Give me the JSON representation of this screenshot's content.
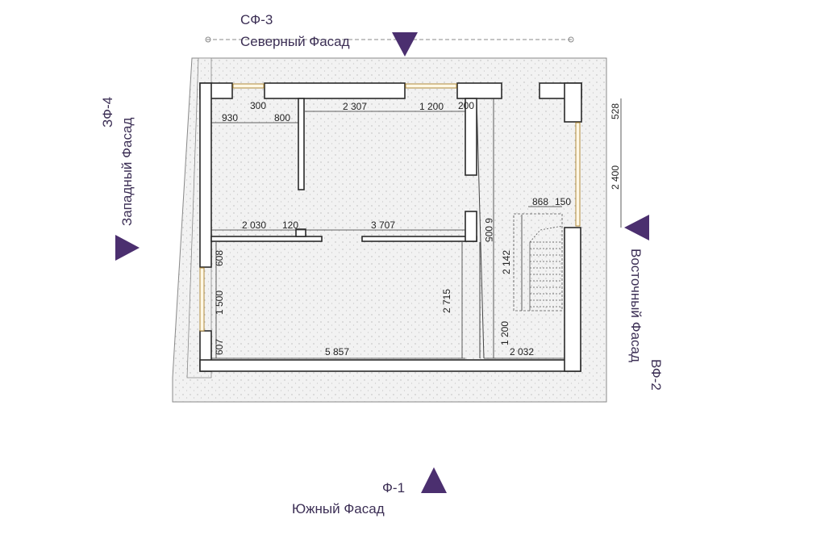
{
  "facades": {
    "north": {
      "code": "СФ-3",
      "name": "Северный Фасад"
    },
    "west": {
      "code": "ЗФ-4",
      "name": "Западный Фасад"
    },
    "east": {
      "code": "ВФ-2",
      "name": "Восточный Фасад"
    },
    "south": {
      "code": "Ф-1",
      "name": "Южный Фасад"
    }
  },
  "dimensions": {
    "d930": "930",
    "d300": "300",
    "d800": "800",
    "d2307": "2 307",
    "d1200_top": "1 200",
    "d200": "200",
    "d528": "528",
    "d2400": "2 400",
    "d2030": "2 030",
    "d120": "120",
    "d3707": "3 707",
    "d6005": "6 005",
    "d868": "868",
    "d150": "150",
    "d2142": "2 142",
    "d608": "608",
    "d1500": "1 500",
    "d607": "607",
    "d2715": "2 715",
    "d5857": "5 857",
    "d1200_bot": "1 200",
    "d2032": "2 032"
  },
  "colors": {
    "accent": "#4b2f6f",
    "wall": "#ffffff",
    "wall_stroke": "#2a2a2a",
    "insulation": "#f2f2f2"
  }
}
